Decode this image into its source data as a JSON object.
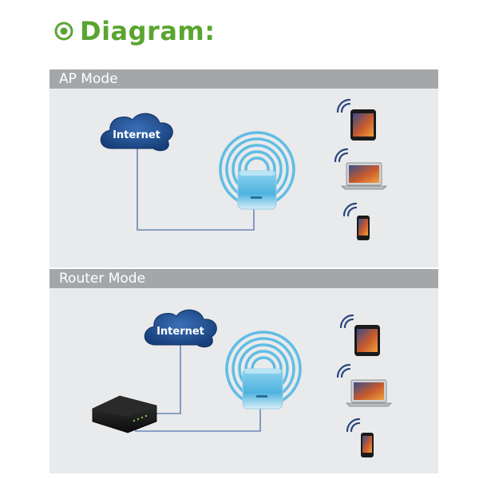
{
  "title": "Diagram:",
  "sections": [
    {
      "heading": "AP Mode",
      "cloud_label": "Internet"
    },
    {
      "heading": "Router Mode",
      "cloud_label": "Internet"
    }
  ],
  "colors": {
    "accent_green": "#5aa531",
    "header_gray": "#a4a7aa",
    "panel_bg": "#e9eaeb",
    "cloud_blue": "#1f4f93",
    "link_blue": "#6a86b8",
    "router_blue": "#5fbde4"
  },
  "icons": [
    "radio-target-icon",
    "cloud-icon",
    "wifi-icon",
    "tablet-icon",
    "laptop-icon",
    "phone-icon",
    "modem-icon",
    "router-icon"
  ]
}
